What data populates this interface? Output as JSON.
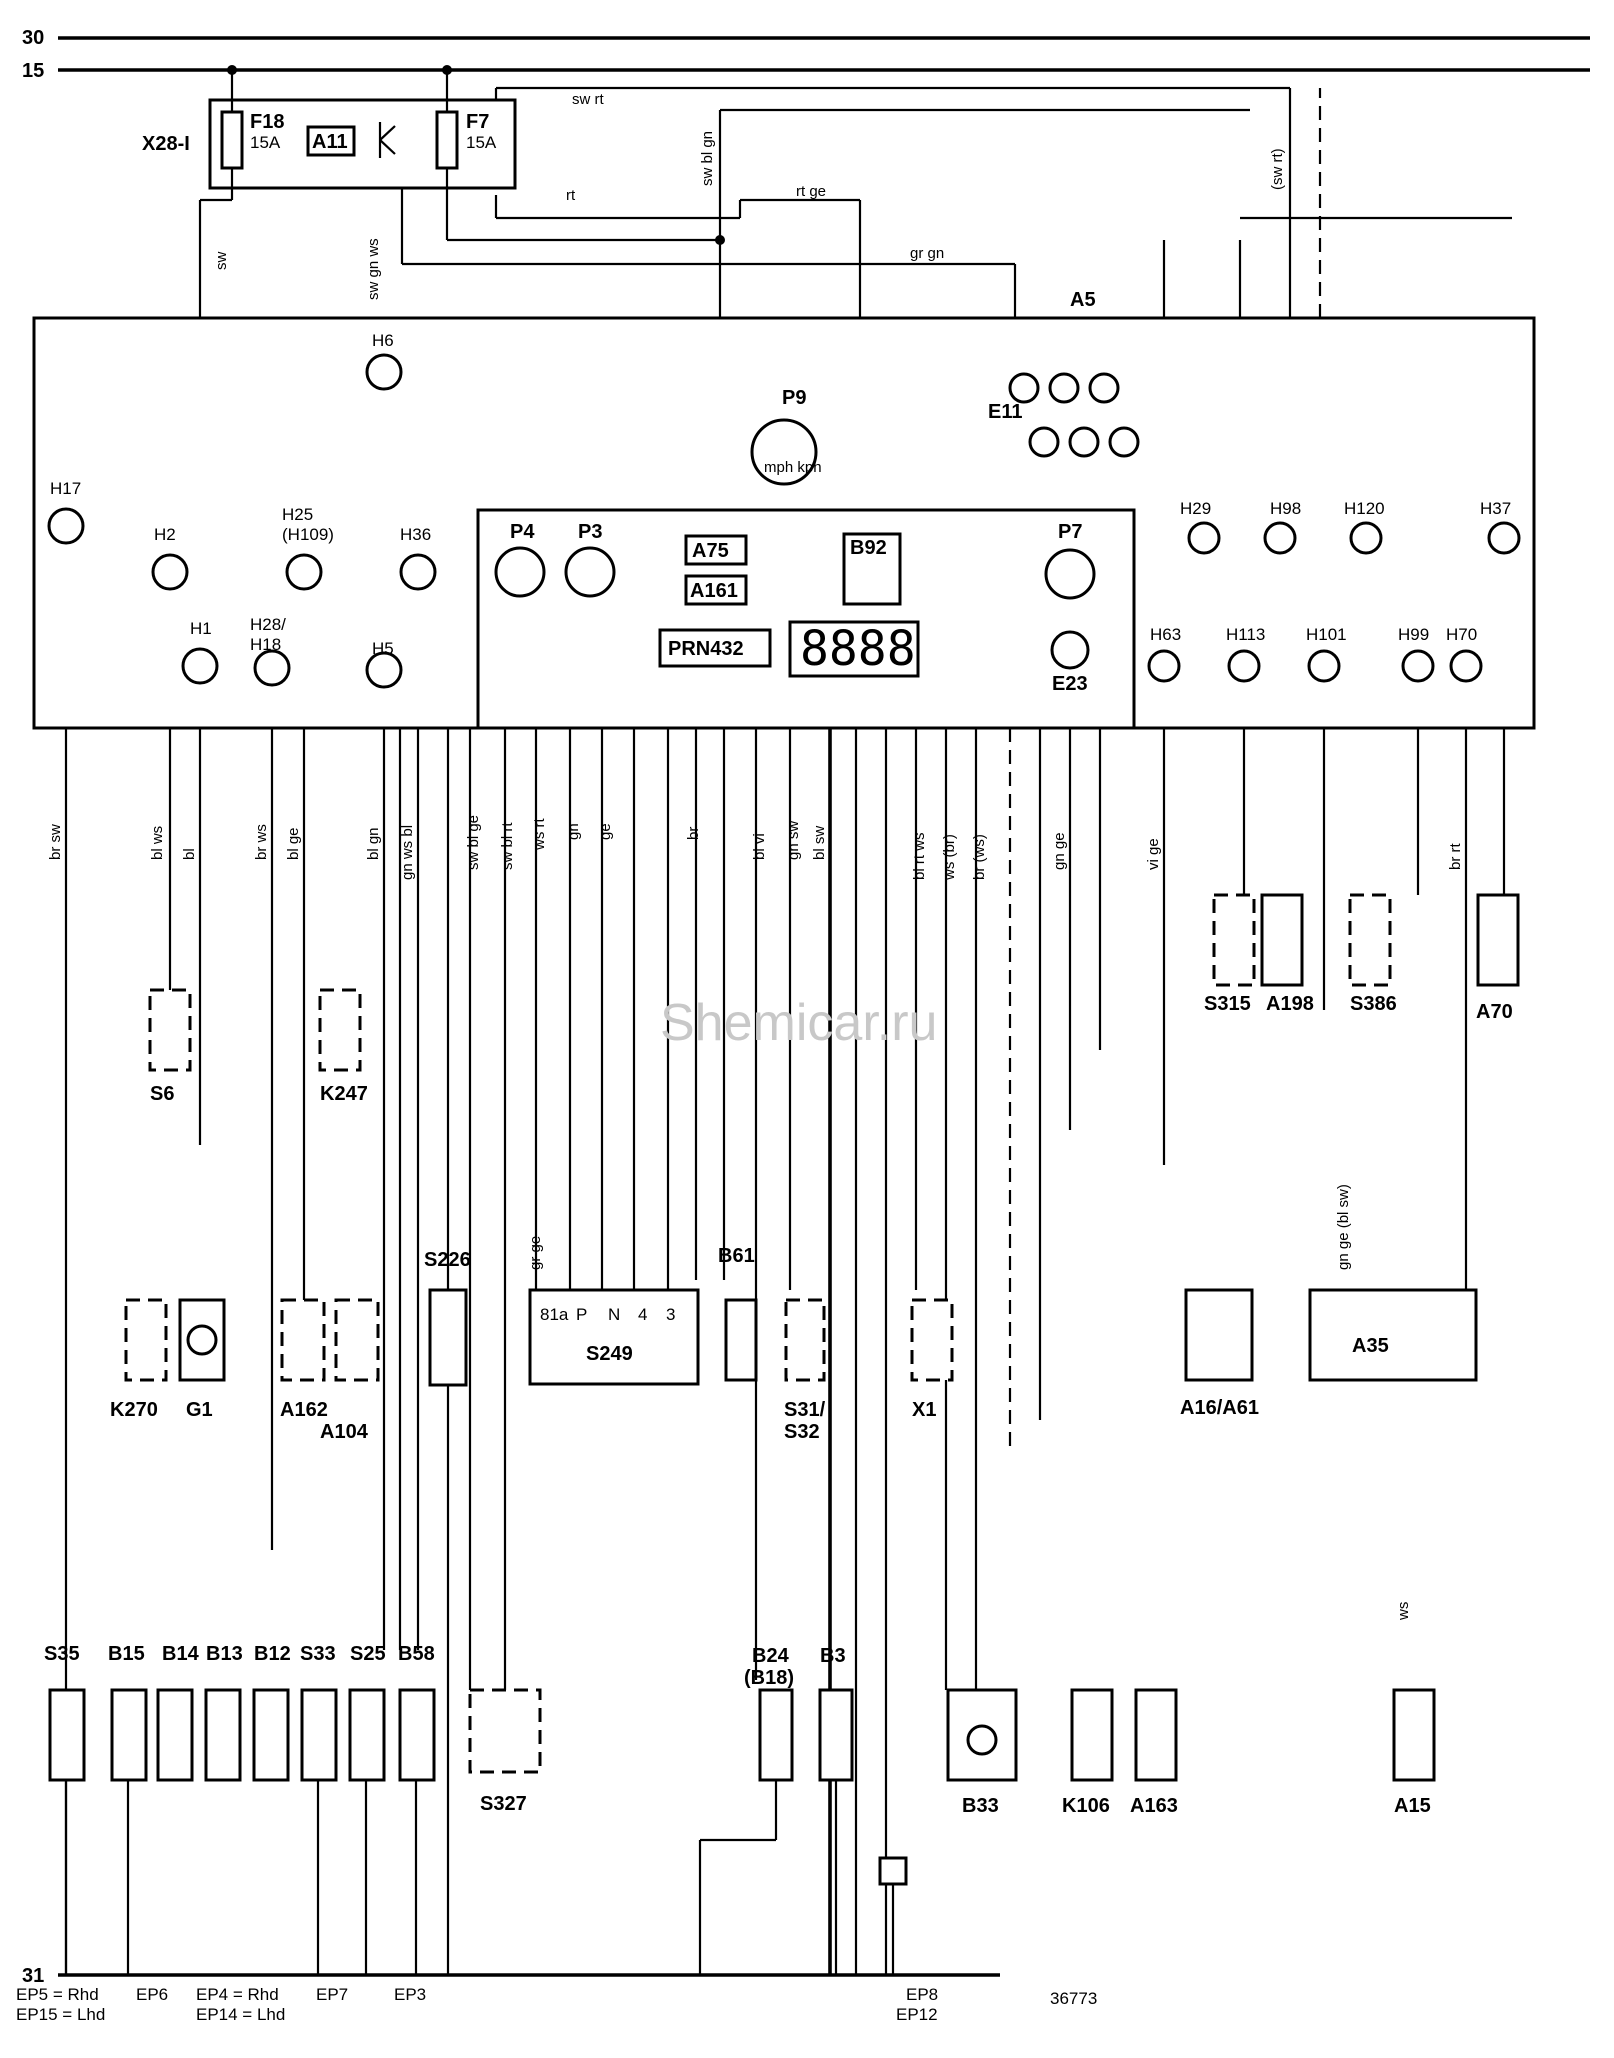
{
  "rails": {
    "top": "30",
    "ign": "15",
    "gnd": "31"
  },
  "fusebox": {
    "name": "X28-I",
    "f18": "F18",
    "f18_rating": "15A",
    "f7": "F7",
    "f7_rating": "15A",
    "a11": "A11"
  },
  "cluster": {
    "name": "A5",
    "e11": "E11",
    "p9": "P9",
    "p9_unit": "mph kph",
    "p4": "P4",
    "p3": "P3",
    "p7": "P7",
    "e23": "E23",
    "a75": "A75",
    "a161": "A161",
    "b92": "B92",
    "prnd": "PRN432",
    "display": "8888"
  },
  "lamps": [
    "H17",
    "H2",
    "H1",
    "H25",
    "(H109)",
    "H28/",
    "H18",
    "H5",
    "H36",
    "H6",
    "H29",
    "H98",
    "H120",
    "H37",
    "H63",
    "H113",
    "H101",
    "H99",
    "H70"
  ],
  "components": [
    "S6",
    "K247",
    "K270",
    "G1",
    "A162",
    "A104",
    "S226",
    "S249",
    "B61",
    "S31/",
    "S32",
    "X1",
    "S315",
    "A198",
    "S386",
    "A70",
    "A16/A61",
    "A35",
    "S35",
    "B15",
    "B14",
    "B13",
    "B12",
    "S33",
    "S25",
    "B58",
    "S327",
    "B24",
    "(B18)",
    "B3",
    "B33",
    "K106",
    "A163",
    "A15"
  ],
  "s249_pins": [
    "81a",
    "P",
    "N",
    "4",
    "3"
  ],
  "wire_colors": [
    "sw rt",
    "sw bl gn",
    "rt ge",
    "rt",
    "gr gn",
    "sw",
    "sw gn ws",
    "(sw rt)",
    "br sw",
    "bl ws",
    "bl",
    "br ws",
    "bl ge",
    "bl gn",
    "gn ws bl",
    "sw bl ge",
    "sw bl rt",
    "ws rt",
    "gn",
    "ge",
    "br",
    "bl vi",
    "gn sw",
    "bl sw",
    "bl rt ws",
    "ws (br)",
    "br (ws)",
    "vi ge",
    "gn ge",
    "br rt",
    "ws",
    "gr ge",
    "gn ge (bl sw)"
  ],
  "ground_notes": [
    "EP5 = Rhd",
    "EP15 = Lhd",
    "EP6",
    "EP4 = Rhd",
    "EP14 = Lhd",
    "EP7",
    "EP3",
    "EP8",
    "EP12"
  ],
  "ref": "36773",
  "watermark": "Shemicar.ru"
}
